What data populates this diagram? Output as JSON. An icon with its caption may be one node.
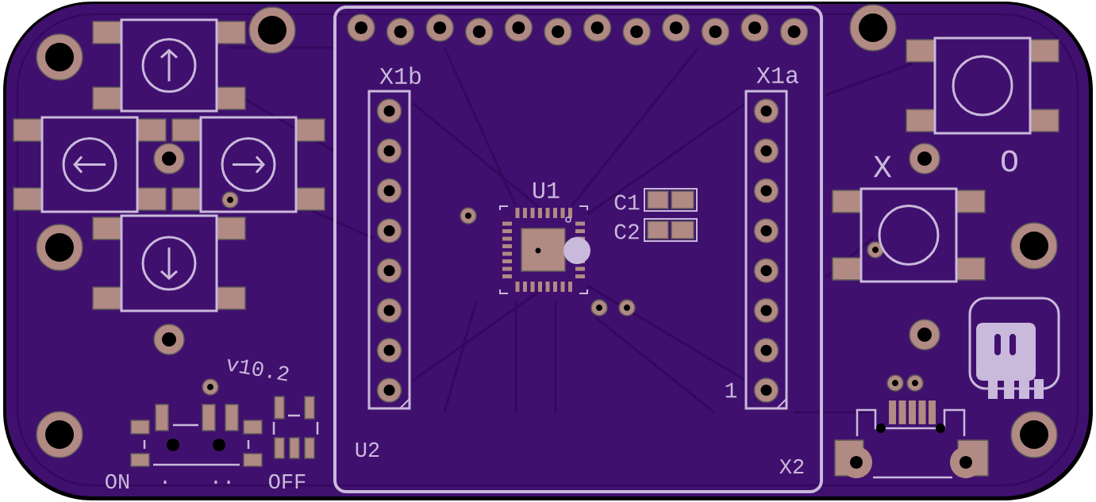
{
  "diagram": {
    "labels": [
      "X1b",
      "X1a",
      "U1",
      "C1",
      "C2",
      "X",
      "O",
      "v10.2",
      "1",
      "U2",
      "X2",
      "ON",
      ".",
      "..",
      "OFF"
    ]
  }
}
